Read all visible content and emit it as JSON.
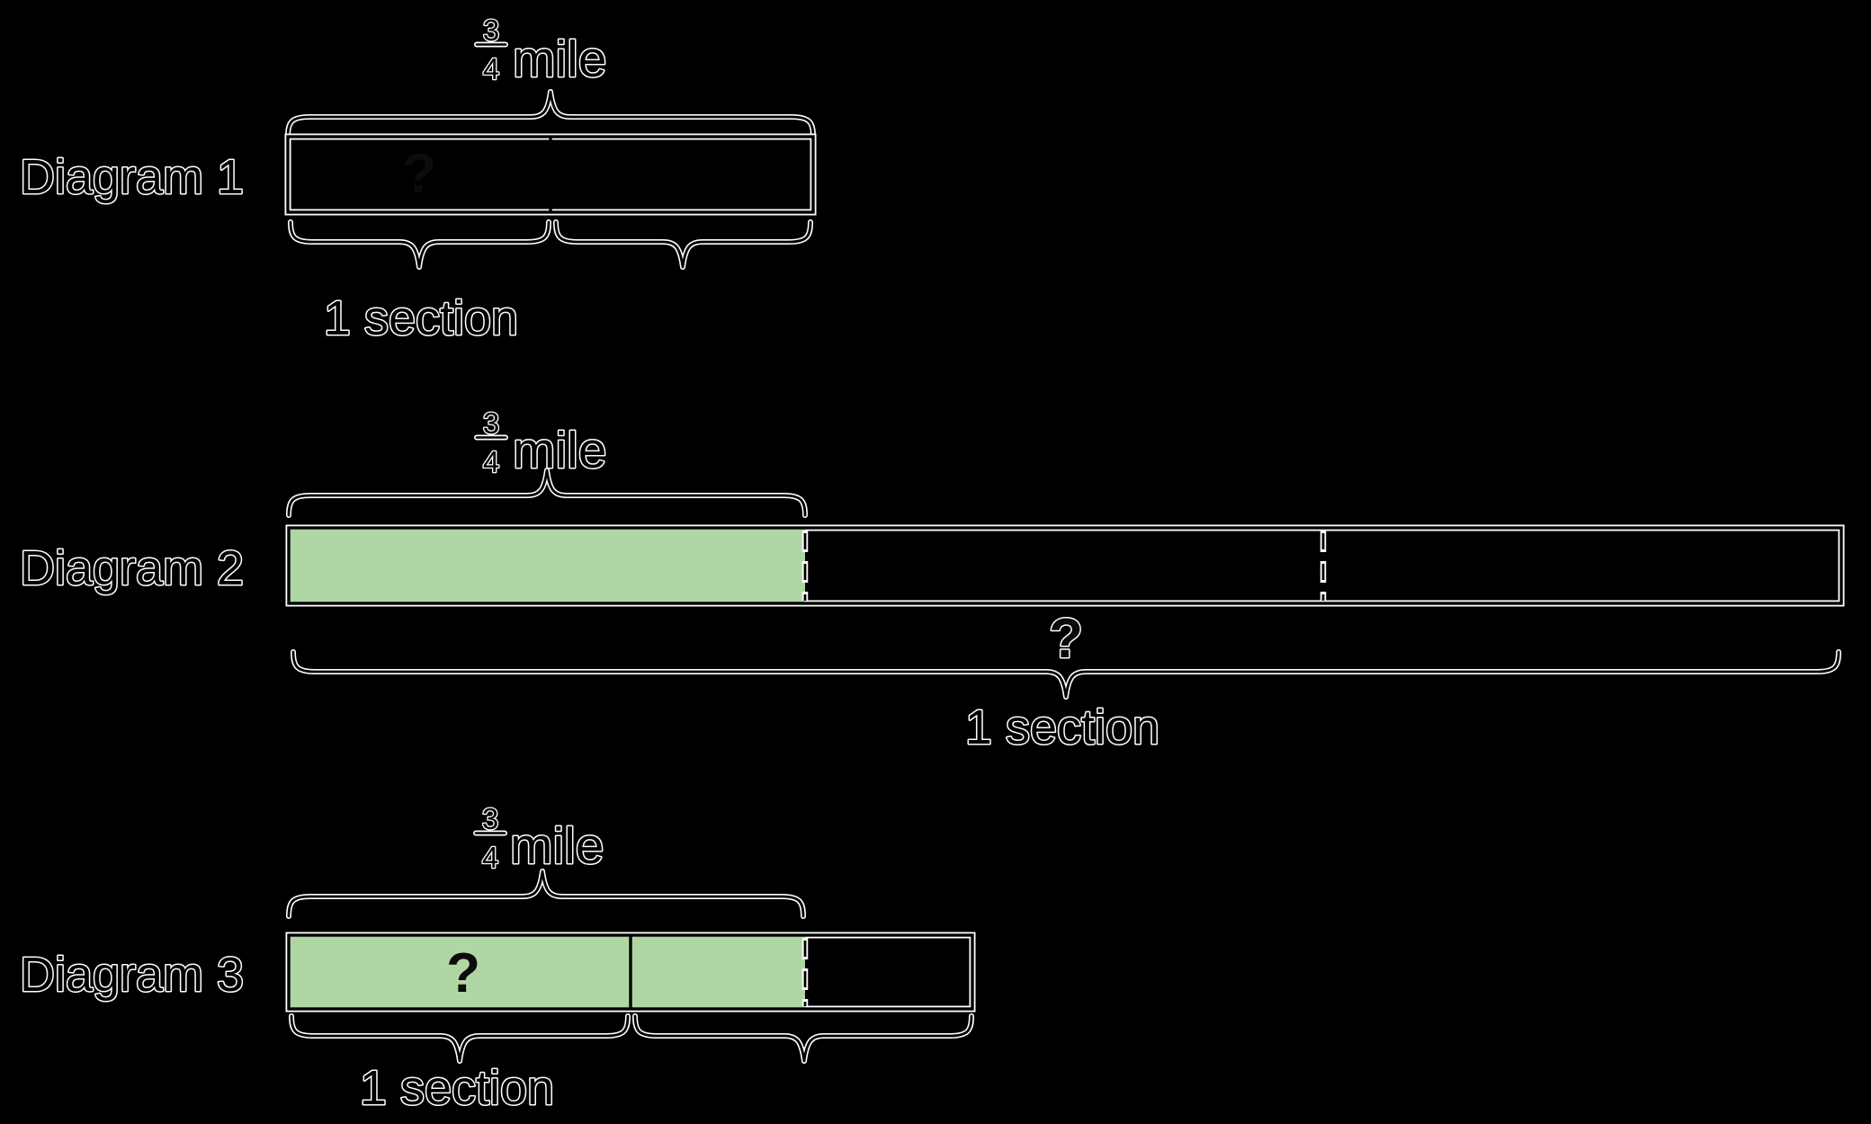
{
  "colors": {
    "background": "#000000",
    "tape_fill": "#b0d6a4",
    "stroke": "#000000",
    "halo": "#ffffff"
  },
  "diagrams": [
    {
      "label": "Diagram 1",
      "distance": {
        "numerator": "3",
        "denominator": "4",
        "unit": "mile"
      },
      "question_mark": "?",
      "section_label": "1 section"
    },
    {
      "label": "Diagram 2",
      "distance": {
        "numerator": "3",
        "denominator": "4",
        "unit": "mile"
      },
      "question_mark": "?",
      "section_label": "1 section"
    },
    {
      "label": "Diagram 3",
      "distance": {
        "numerator": "3",
        "denominator": "4",
        "unit": "mile"
      },
      "question_mark": "?",
      "section_label": "1 section"
    }
  ]
}
